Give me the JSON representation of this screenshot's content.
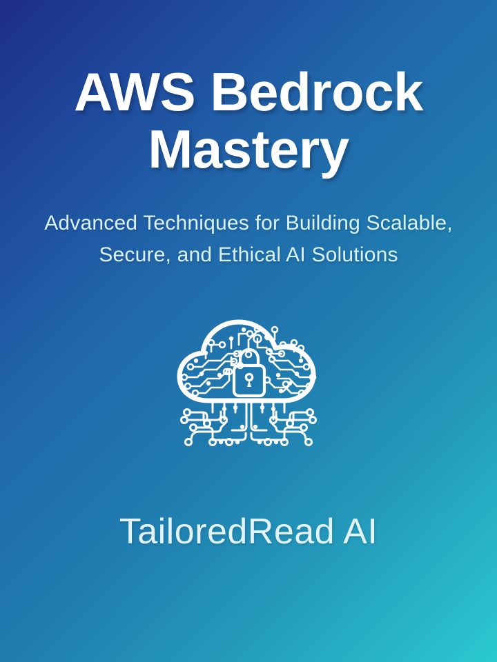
{
  "cover": {
    "title": "AWS Bedrock Mastery",
    "subtitle": "Advanced Techniques for Building Scalable, Secure, and Ethical AI Solutions",
    "brand": "TailoredRead AI",
    "emblem_icon": "cloud-circuit-lock-icon",
    "colors": {
      "gradient_start": "#1d2d88",
      "gradient_mid": "#1f7aae",
      "gradient_end": "#2ac9d1",
      "title_text": "#ffffff",
      "subtitle_text": "#d9f2f6",
      "brand_text": "#f2fbfc",
      "emblem_stroke": "#ffffff"
    }
  }
}
